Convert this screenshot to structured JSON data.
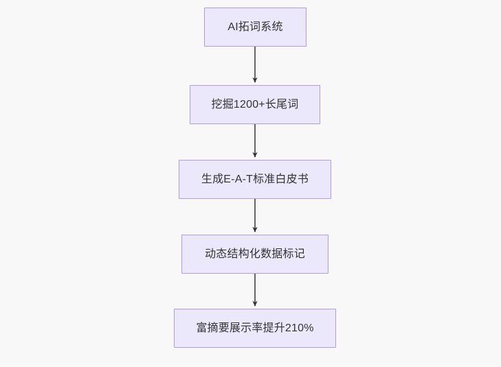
{
  "diagram": {
    "type": "flowchart",
    "direction": "top-to-bottom",
    "background_color": "#f8f8f8",
    "node_fill_color": "#ece8fb",
    "node_border_color": "#b19ae0",
    "node_text_color": "#333333",
    "edge_color": "#666666",
    "nodes": [
      {
        "id": "n0",
        "label": "AI拓词系统"
      },
      {
        "id": "n1",
        "label": "挖掘1200+长尾词"
      },
      {
        "id": "n2",
        "label": "生成E-A-T标准白皮书"
      },
      {
        "id": "n3",
        "label": "动态结构化数据标记"
      },
      {
        "id": "n4",
        "label": "富摘要展示率提升210%"
      }
    ],
    "edges": [
      {
        "from": "n0",
        "to": "n1",
        "label": ""
      },
      {
        "from": "n1",
        "to": "n2",
        "label": ""
      },
      {
        "from": "n2",
        "to": "n3",
        "label": ""
      },
      {
        "from": "n3",
        "to": "n4",
        "label": ""
      }
    ]
  }
}
